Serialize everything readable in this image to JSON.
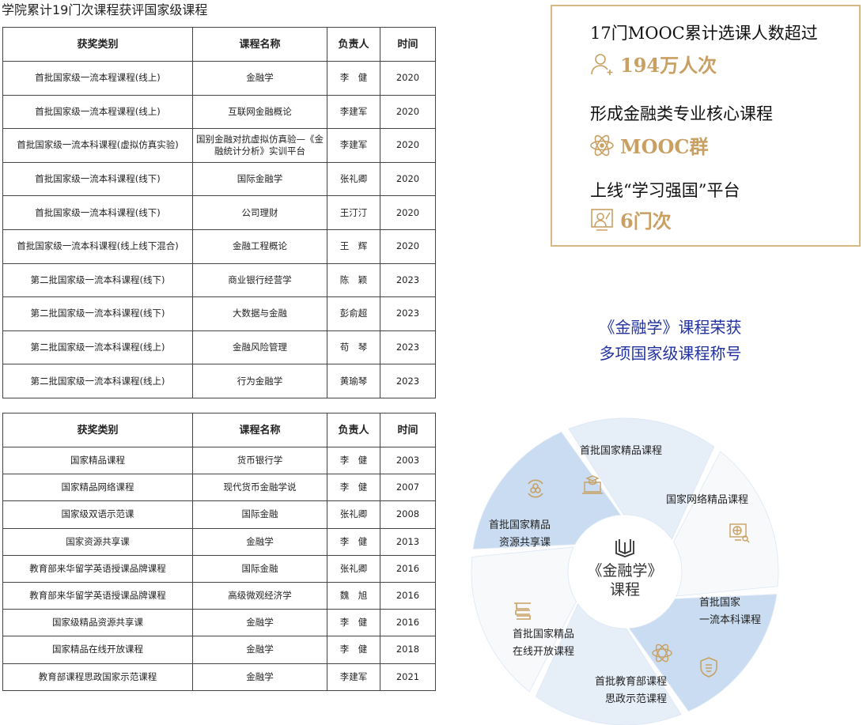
{
  "title": "学院累计19门次课程获评国家级课程",
  "table1": {
    "headers": [
      "获奖类别",
      "课程名称",
      "负责人",
      "时间"
    ],
    "rows": [
      [
        "首批国家级一流本程课程(线上)",
        "金融学",
        "李　健",
        "2020"
      ],
      [
        "首批国家级一流本程课程(线上)",
        "互联网金融概论",
        "李建军",
        "2020"
      ],
      [
        "首批国家级一流本科课程(虚拟仿真实验)",
        "国别金融对抗虚拟仿真验—《金融统计分析》实训平台",
        "李建军",
        "2020"
      ],
      [
        "首批国家级一流本科课程(线下)",
        "国际金融学",
        "张礼卿",
        "2020"
      ],
      [
        "首批国家级一流本科课程(线下)",
        "公司理财",
        "王汀汀",
        "2020"
      ],
      [
        "首批国家级一流本科课程(线上线下混合)",
        "金融工程概论",
        "王　辉",
        "2020"
      ],
      [
        "第二批国家级一流本科课程(线下)",
        "商业银行经营学",
        "陈　颖",
        "2023"
      ],
      [
        "第二批国家级一流本科课程(线下)",
        "大数据与金融",
        "彭俞超",
        "2023"
      ],
      [
        "第二批国家级一流本科课程(线上)",
        "金融风险管理",
        "苟　琴",
        "2023"
      ],
      [
        "第二批国家级一流本科课程(线上)",
        "行为金融学",
        "黄瑜琴",
        "2023"
      ]
    ]
  },
  "table2": {
    "headers": [
      "获奖类别",
      "课程名称",
      "负责人",
      "时间"
    ],
    "rows": [
      [
        "国家精品课程",
        "货币银行学",
        "李　健",
        "2003"
      ],
      [
        "国家精品网络课程",
        "现代货币金融学说",
        "李　健",
        "2007"
      ],
      [
        "国家级双语示范课",
        "国际金融",
        "张礼卿",
        "2008"
      ],
      [
        "国家资源共享课",
        "金融学",
        "李　健",
        "2013"
      ],
      [
        "教育部来华留学英语授课品牌课程",
        "国际金融",
        "张礼卿",
        "2016"
      ],
      [
        "教育部来华留学英语授课品牌课程",
        "高级微观经济学",
        "魏　旭",
        "2016"
      ],
      [
        "国家级精品资源共享课",
        "金融学",
        "李　健",
        "2016"
      ],
      [
        "国家精品在线开放课程",
        "金融学",
        "李　健",
        "2018"
      ],
      [
        "教育部课程思政国家示范课程",
        "金融学",
        "李建军",
        "2021"
      ]
    ]
  },
  "stats": [
    {
      "line": "17门MOOC累计选课人数超过",
      "value": "194万人次",
      "icon": "user-plus-icon"
    },
    {
      "line": "形成金融类专业核心课程",
      "value": "MOOC群",
      "icon": "atom-icon"
    },
    {
      "line": "上线“学习强国”平台",
      "value": "6门次",
      "icon": "user-board-icon"
    }
  ],
  "honor": {
    "line1": "《金融学》课程荣获",
    "line2": "多项国家级课程称号"
  },
  "wheel": {
    "center1": "《金融学》",
    "center2": "课程",
    "segments": [
      {
        "l1": "首批国家精品课程",
        "l2": ""
      },
      {
        "l1": "国家网络精品课程",
        "l2": ""
      },
      {
        "l1": "首批国家",
        "l2": "一流本科课程"
      },
      {
        "l1": "首批教育部课程",
        "l2": "思政示范课程"
      },
      {
        "l1": "首批国家精品",
        "l2": "在线开放课程"
      },
      {
        "l1": "首批国家精品",
        "l2": "资源共享课"
      }
    ],
    "colors": [
      "#e6eef8",
      "#f8f9fb",
      "#c9dcf2",
      "#e6eef8",
      "#f8f9fb",
      "#c9dcf2"
    ]
  },
  "colors": {
    "gold": "#c9a063",
    "blue": "#2233a0"
  }
}
